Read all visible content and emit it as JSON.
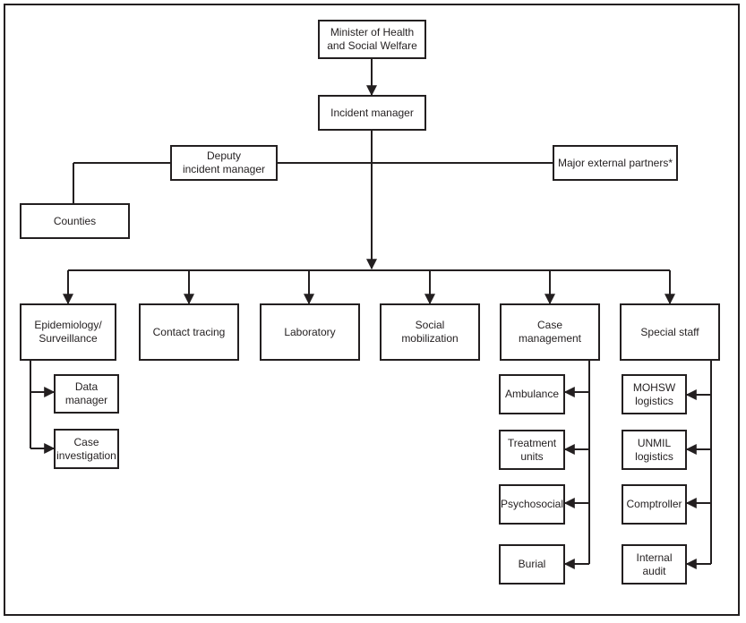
{
  "colors": {
    "line": "#231f20",
    "box_border": "#231f20",
    "text": "#231f20",
    "background": "#ffffff"
  },
  "nodes": {
    "minister": "Minister of Health\nand Social Welfare",
    "incident_manager": "Incident manager",
    "deputy": "Deputy\nincident manager",
    "external_partners": "Major external partners*",
    "counties": "Counties",
    "epidemiology": "Epidemiology/\nSurveillance",
    "contact_tracing": "Contact tracing",
    "laboratory": "Laboratory",
    "social_mobilization": "Social\nmobilization",
    "case_management": "Case\nmanagement",
    "special_staff": "Special staff",
    "data_manager": "Data\nmanager",
    "case_investigation": "Case\ninvestigation",
    "ambulance": "Ambulance",
    "treatment_units": "Treatment\nunits",
    "psychosocial": "Psychosocial",
    "burial": "Burial",
    "mohsw_logistics": "MOHSW\nlogistics",
    "unmil_logistics": "UNMIL\nlogistics",
    "comptroller": "Comptroller",
    "internal_audit": "Internal\naudit"
  }
}
